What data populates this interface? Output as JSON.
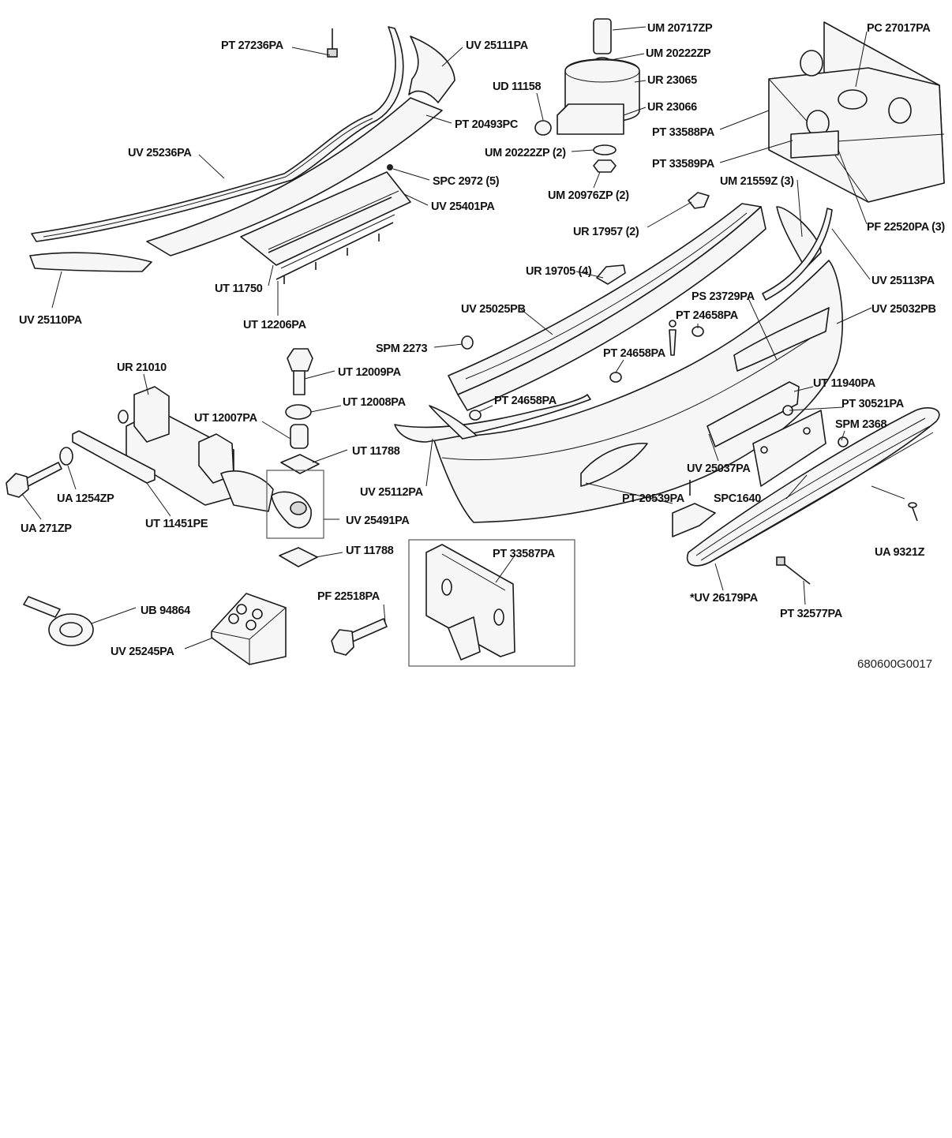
{
  "diagram": {
    "reference_code": "680600G0017",
    "callouts": [
      "PT 27236PA",
      "UV 25111PA",
      "PT 20493PC",
      "UV 25236PA",
      "SPC 2972 (5)",
      "UV 25401PA",
      "UT 11750",
      "UT 12206PA",
      "UV 25110PA",
      "UM 20717ZP",
      "UM 20222ZP",
      "UD 11158",
      "UR 23065",
      "UR 23066",
      "UM 20222ZP (2)",
      "UM 20976ZP (2)",
      "PC 27017PA",
      "PT 33588PA",
      "PT 33589PA",
      "UM 21559Z (3)",
      "PF 22520PA (3)",
      "UR 17957 (2)",
      "UR 19705 (4)",
      "UV 25113PA",
      "PS 23729PA",
      "UV 25025PB",
      "PT 24658PA",
      "UV 25032PB",
      "SPM 2273",
      "PT 24658PA",
      "UT 11940PA",
      "PT 24658PA",
      "PT 30521PA",
      "SPM 2368",
      "UV 25112PA",
      "UV 25037PA",
      "PT 20539PA",
      "SPC1640",
      "UA 9321Z",
      "*UV 26179PA",
      "PT 32577PA",
      "UR 21010",
      "UT 12009PA",
      "UT 12008PA",
      "UT 12007PA",
      "UT 11788",
      "UA 1254ZP",
      "UT 11451PE",
      "UA 271ZP",
      "UV 25491PA",
      "UT 11788",
      "PT 33587PA",
      "UB 94864",
      "PF 22518PA",
      "UV 25245PA"
    ]
  }
}
